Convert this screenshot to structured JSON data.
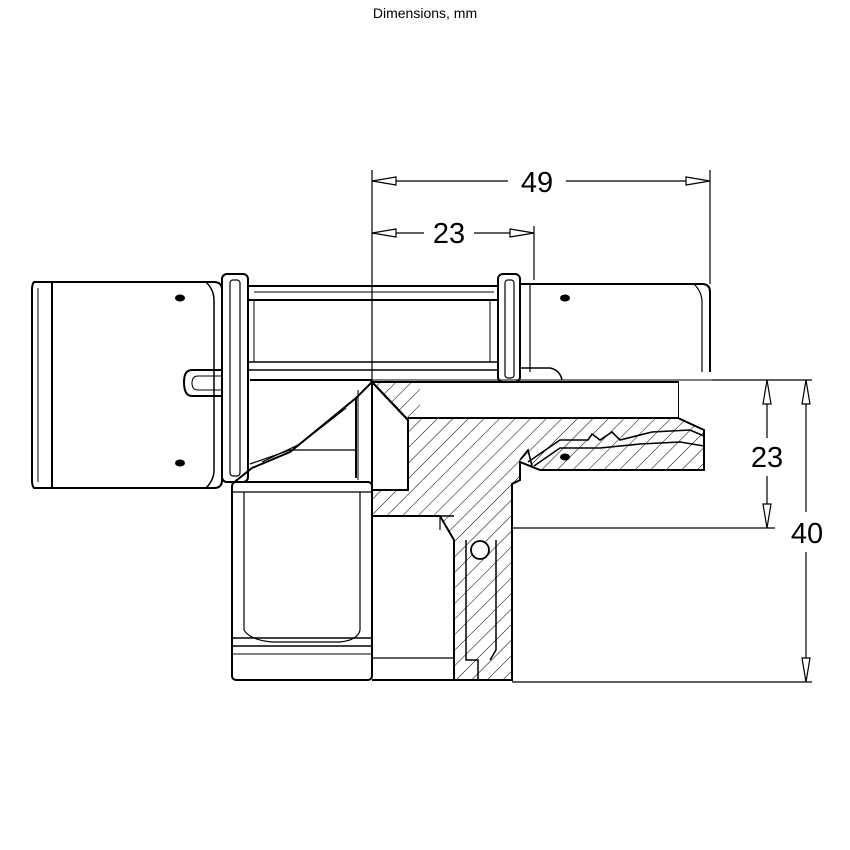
{
  "title": "Dimensions, mm",
  "dimensions": {
    "overall_width": "49",
    "socket_depth": "23",
    "branch_offset": "23",
    "overall_height": "40"
  },
  "colors": {
    "line": "#000000",
    "background": "#ffffff"
  }
}
